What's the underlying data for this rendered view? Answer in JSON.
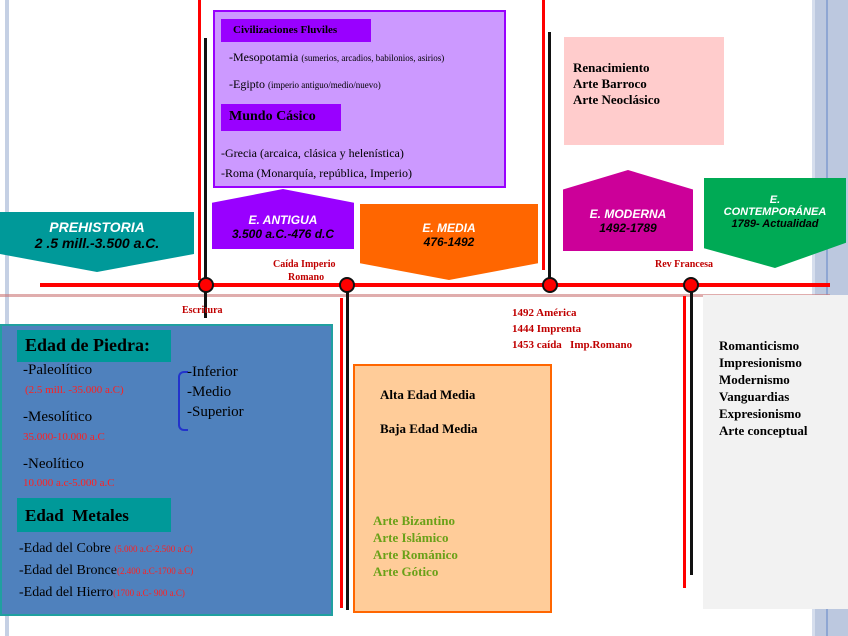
{
  "periods": {
    "prehistoria": {
      "name": "PREHISTORIA",
      "dates": "2 .5 mill.-3.500 a.C."
    },
    "antigua": {
      "name": "E. ANTIGUA",
      "dates": "3.500 a.C.-476 d.C"
    },
    "media": {
      "name": "E. MEDIA",
      "dates": "476-1492"
    },
    "moderna": {
      "name": "E. MODERNA",
      "dates": "1492-1789"
    },
    "contemporanea": {
      "name_line1": "E.",
      "name_line2": "CONTEMPORÁNEA",
      "dates": "1789- Actualidad"
    }
  },
  "events": {
    "escritura": "Escritura",
    "caida_imperio": "Caída Imperio",
    "romano": "Romano",
    "rev_francesa": "Rev Francesa",
    "media_events": [
      "1492 América",
      "1444 Imprenta",
      "1453 caída   Imp.Romano"
    ]
  },
  "antigua_box": {
    "civ_title": "Civilizaciones Fluviles",
    "mesopotamia": "-Mesopotamia",
    "mesopotamia_note": "(sumerios, arcadios, babilonios, asirios)",
    "egipto": "-Egipto",
    "egipto_note": "(imperio antiguo/medio/nuevo)",
    "clasico_title": "Mundo Cásico",
    "grecia": "-Grecia (arcaica, clásica y helenística)",
    "roma": "-Roma (Monarquía, república, Imperio)"
  },
  "moderna_box": {
    "items": [
      "Renacimiento",
      "Arte Barroco",
      "Arte Neoclásico"
    ]
  },
  "prehistoria_box": {
    "piedra_title": "Edad de Piedra:",
    "paleolitico": "-Paleolítico",
    "paleolitico_dates": "(2.5 mill. -35.000 a.C)",
    "subdivisions": [
      "-Inferior",
      "-Medio",
      "-Superior"
    ],
    "mesolitico": "-Mesolítico",
    "mesolitico_dates": "35.000-10.000 a.C",
    "neolitico": "-Neolítico",
    "neolitico_dates": "10.000 a.c-5.000 a.C",
    "metales_title": "Edad  Metales",
    "metales": [
      {
        "name": "-Edad del Cobre ",
        "dates": "(5.000 a.C-2.500 a.C)"
      },
      {
        "name": "-Edad del Bronce",
        "dates": "(2.400 a.C-1700 a.C)"
      },
      {
        "name": "-Edad del Hierro",
        "dates": "(1700 a.C- 900 a.C)"
      }
    ]
  },
  "media_box": {
    "periods": [
      "Alta Edad Media",
      "Baja Edad Media"
    ],
    "art": [
      "Arte Bizantino",
      "Arte Islámico",
      "Arte Románico",
      "Arte Gótico"
    ]
  },
  "contemporanea_box": {
    "items": [
      "Romanticismo",
      "Impresionismo",
      "Modernismo",
      "Vanguardias",
      "Expresionismo",
      "Arte conceptual"
    ]
  },
  "colors": {
    "timeline_red": "#ff0000",
    "prehistoria": "#009999",
    "antigua": "#9900ff",
    "media": "#ff6600",
    "moderna": "#cc0099",
    "contemporanea": "#00aa55"
  }
}
